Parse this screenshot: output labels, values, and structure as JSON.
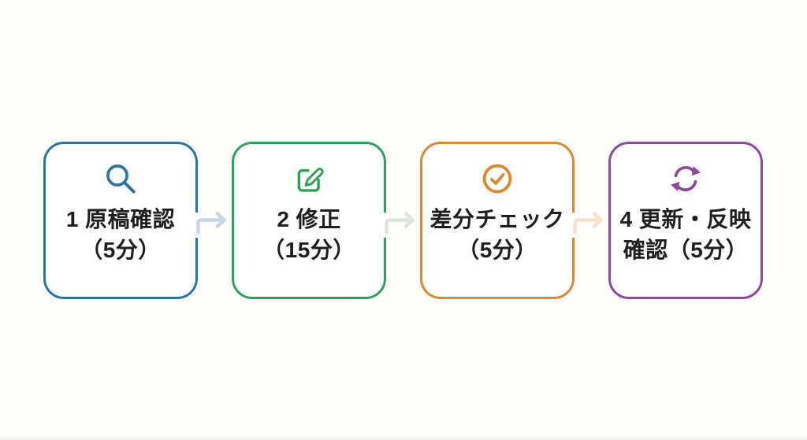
{
  "page": {
    "background_color": "#FDFDFC",
    "text_color": "#1F1F1F"
  },
  "flow": {
    "type": "horizontal-process-flow",
    "steps": [
      {
        "id": "step-1",
        "icon": "search-icon",
        "accent_color": "#2B74A8",
        "connector_color": "#C5D4E7",
        "label_line1": "1 原稿確認",
        "label_line2": "（5分）"
      },
      {
        "id": "step-2",
        "icon": "edit-icon",
        "accent_color": "#2FA25C",
        "connector_color": "#D9E6DB",
        "label_line1": "2 修正",
        "label_line2": "（15分）"
      },
      {
        "id": "step-3",
        "icon": "check-circle-icon",
        "accent_color": "#DB8A2F",
        "connector_color": "#F5E1C7",
        "label_line1": "差分チェック",
        "label_line2": "（5分）"
      },
      {
        "id": "step-4",
        "icon": "refresh-icon",
        "accent_color": "#8C4A9E",
        "label_line1": "4 更新・反映",
        "label_line2": "確認（5分）"
      }
    ]
  }
}
